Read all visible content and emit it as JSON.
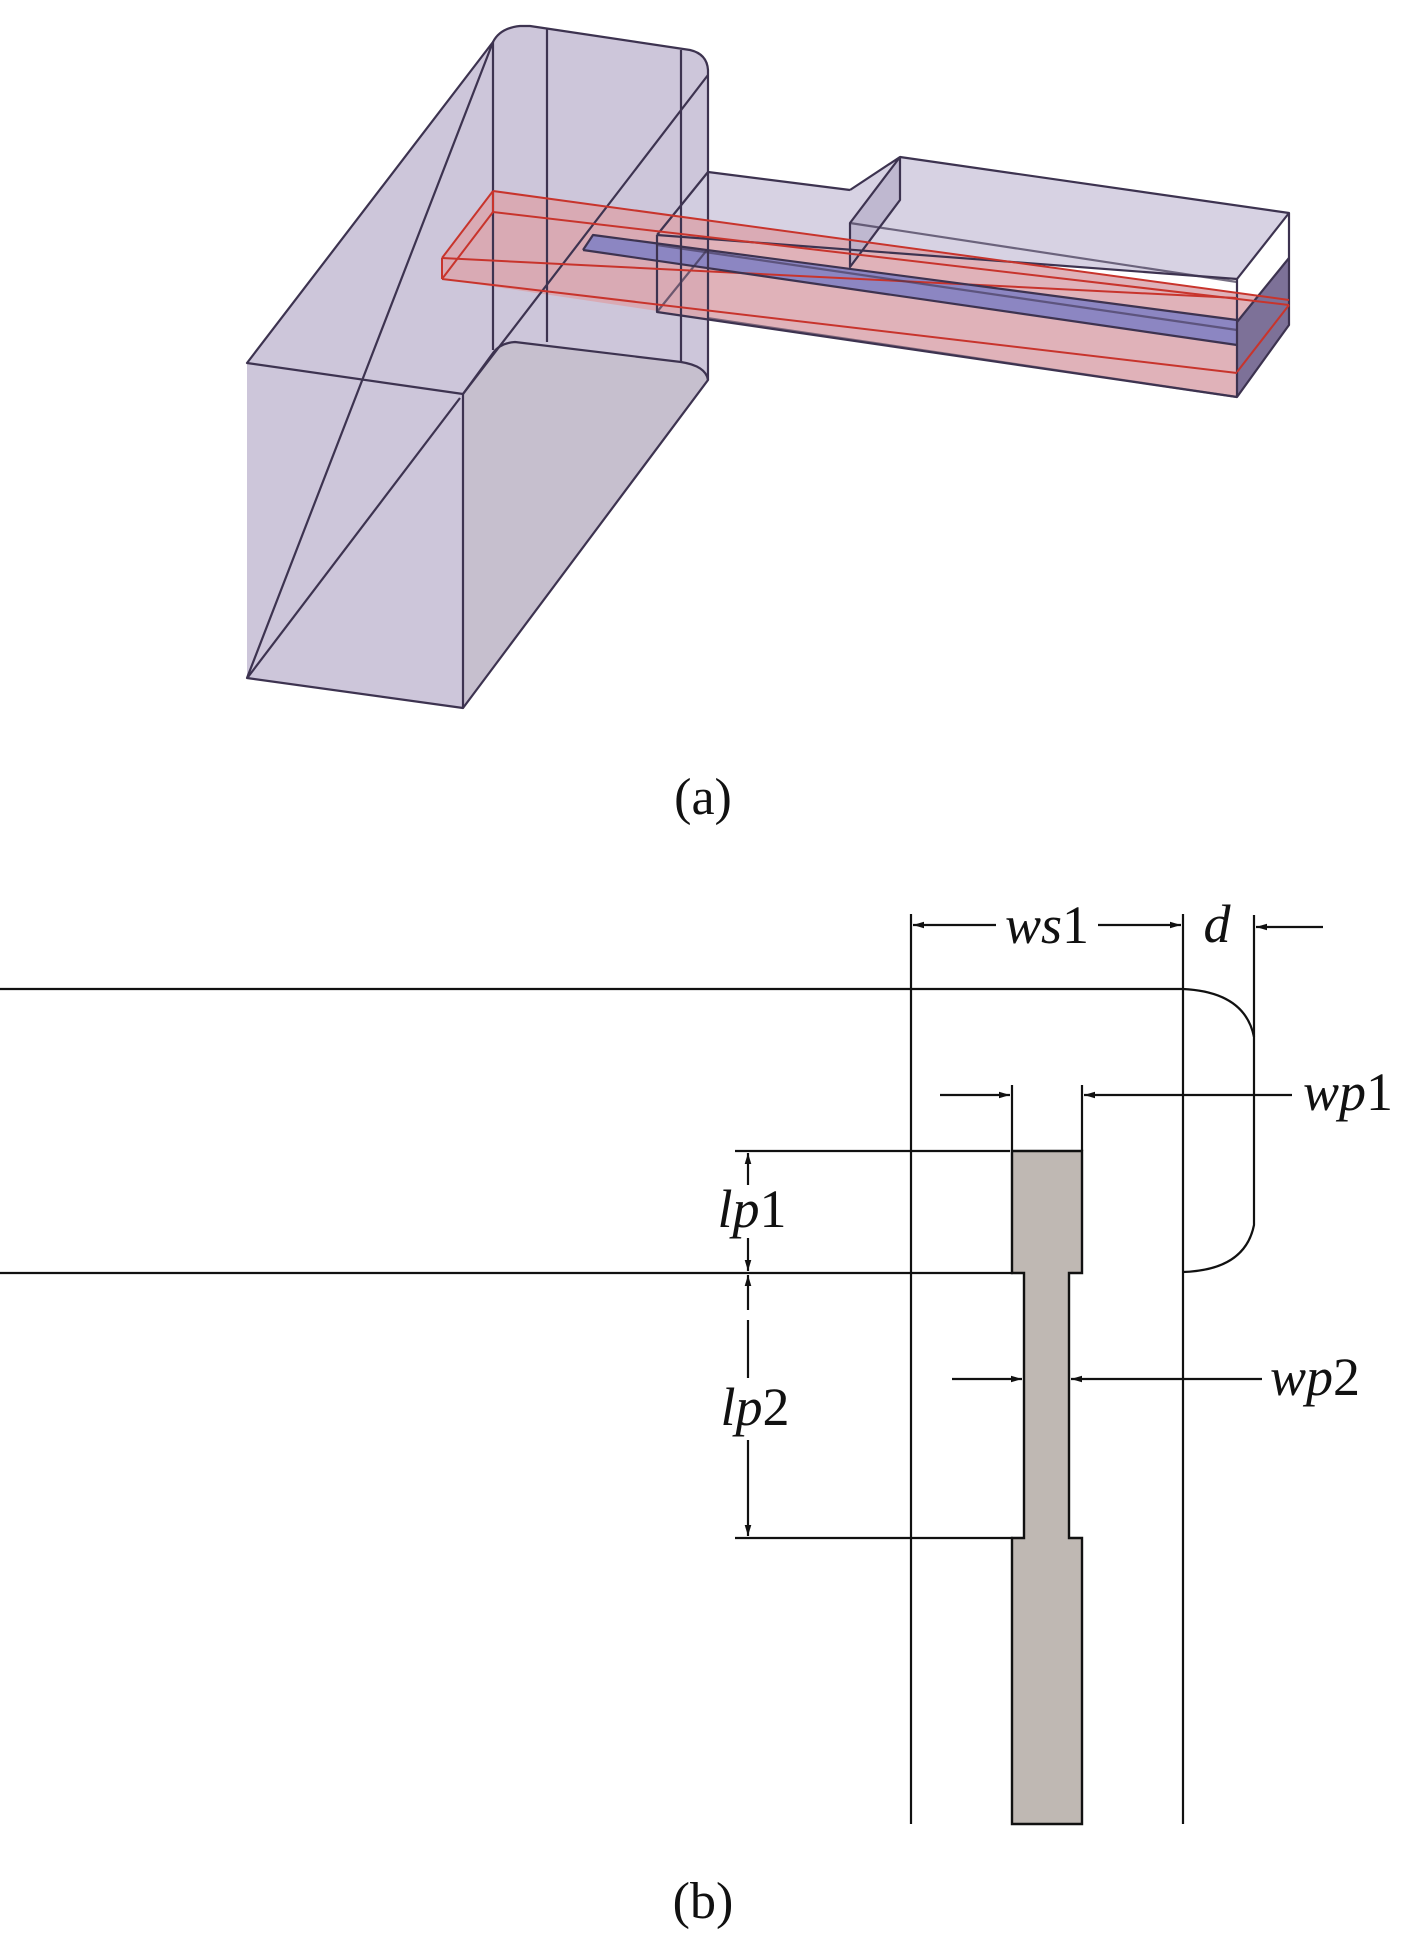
{
  "figure": {
    "panel_a": {
      "caption": "(a)",
      "description": "3D model of waveguide-to-microstrip probe transition",
      "colors": {
        "waveguide_fill": "#cdc6da",
        "waveguide_edge": "#3d3350",
        "substrate_fill": "#dba5ad",
        "substrate_edge": "#c8342c",
        "probe_strip": "#8c86c2",
        "end_face": "#7d7198"
      }
    },
    "panel_b": {
      "caption": "(b)",
      "description": "Top-view dimension drawing of the probe",
      "labels": {
        "ws1": {
          "italic": "ws",
          "upright": "1"
        },
        "d": {
          "italic": "d",
          "upright": ""
        },
        "wp1": {
          "italic": "wp",
          "upright": "1"
        },
        "wp2": {
          "italic": "wp",
          "upright": "2"
        },
        "lp1": {
          "italic": "lp",
          "upright": "1"
        },
        "lp2": {
          "italic": "lp",
          "upright": "2"
        }
      },
      "colors": {
        "probe_fill": "#bfb8b3",
        "line": "#111111"
      }
    }
  }
}
